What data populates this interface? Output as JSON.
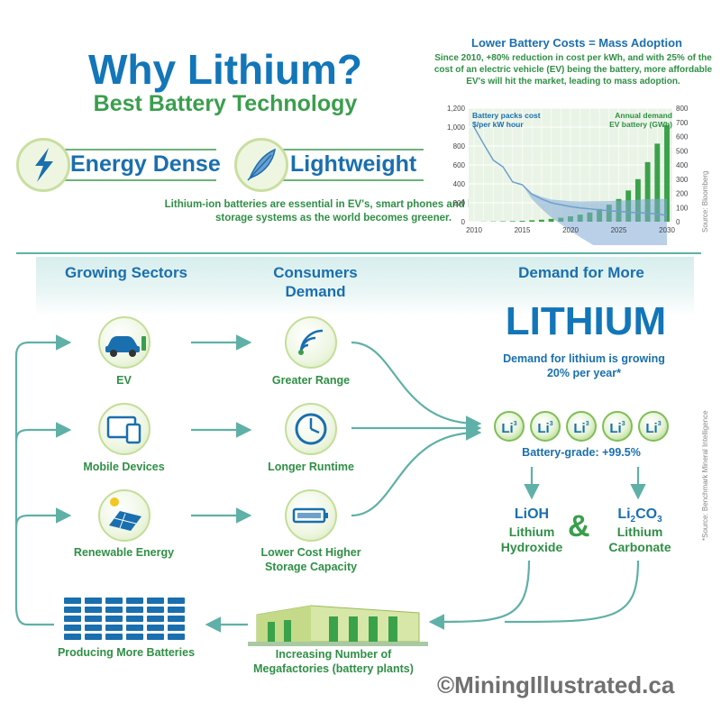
{
  "header": {
    "title": "Why Lithium?",
    "subtitle": "Best Battery Technology"
  },
  "features": {
    "energy_dense": "Energy Dense",
    "lightweight": "Lightweight",
    "intro": "Lithium-ion batteries are essential in EV's, smart phones and battery storage systems as the world becomes greener."
  },
  "chart_section": {
    "title": "Lower Battery Costs = Mass Adoption",
    "description": "Since 2010, +80% reduction in cost per kWh, and with 25% of the cost of an electric vehicle (EV) being the battery, more affordable EV's will hit the market, leading to mass adoption.",
    "source": "Source: Bloomberg"
  },
  "chart_data": {
    "type": "bar",
    "x": [
      2010,
      2011,
      2012,
      2013,
      2014,
      2015,
      2016,
      2017,
      2018,
      2019,
      2020,
      2021,
      2022,
      2023,
      2024,
      2025,
      2026,
      2027,
      2028,
      2029,
      2030
    ],
    "xticks": [
      "2010",
      "2015",
      "2020",
      "2025",
      "2030"
    ],
    "series": [
      {
        "name": "Battery packs cost $/per kW hour",
        "type": "line",
        "axis": "left",
        "values": [
          1000,
          820,
          650,
          580,
          420,
          390,
          290,
          240,
          200,
          180,
          160,
          145,
          135,
          125,
          115,
          110,
          100,
          95,
          90,
          80,
          70
        ]
      },
      {
        "name": "Annual demand EV battery (GWh)",
        "type": "bar",
        "axis": "right",
        "values": [
          0,
          1,
          2,
          3,
          4,
          6,
          10,
          14,
          20,
          28,
          38,
          50,
          65,
          90,
          120,
          160,
          220,
          300,
          420,
          550,
          680
        ]
      }
    ],
    "left_axis": {
      "ylim": [
        0,
        1200
      ],
      "ticks": [
        "0",
        "200",
        "400",
        "600",
        "800",
        "1,000",
        "1,200"
      ]
    },
    "right_axis": {
      "ylim": [
        0,
        800
      ],
      "ticks": [
        "0",
        "100",
        "200",
        "300",
        "400",
        "500",
        "600",
        "700",
        "800"
      ]
    },
    "grid": true,
    "colors": {
      "line": "#6e9fcf",
      "bars": "#3aa24a",
      "background": "#eaf4e6"
    }
  },
  "flow": {
    "columns": {
      "sectors": "Growing Sectors",
      "consumers": "Consumers Demand",
      "demand": "Demand for More"
    },
    "lithium_word": "LITHIUM",
    "demand_rate": "Demand for lithium is growing 20% per year*",
    "sectors": [
      {
        "label": "EV",
        "icon": "car-icon"
      },
      {
        "label": "Mobile Devices",
        "icon": "devices-icon"
      },
      {
        "label": "Renewable Energy",
        "icon": "solar-panel-icon"
      }
    ],
    "consumer_needs": [
      {
        "label": "Greater Range",
        "icon": "signal-range-icon"
      },
      {
        "label": "Longer Runtime",
        "icon": "clock-icon"
      },
      {
        "label": "Lower Cost Higher Storage Capacity",
        "icon": "battery-icon"
      }
    ],
    "lithium_symbol": "Li",
    "lithium_number": "3",
    "battery_grade": "Battery-grade: +99.5%",
    "hydroxide": {
      "formula": "LiOH",
      "name": "Lithium Hydroxide"
    },
    "carbonate": {
      "formula_a": "Li",
      "sub_a": "2",
      "formula_b": "CO",
      "sub_b": "3",
      "name": "Lithium Carbonate"
    },
    "ampersand": "&",
    "megafactories": "Increasing Number of Megafactories (battery plants)",
    "producing": "Producing More Batteries",
    "source_note": "*Source: Benchmark Mineral Intelligence"
  },
  "brand": "©MiningIllustrated.ca",
  "colors": {
    "blue": "#1276b8",
    "green": "#3a9e4d",
    "teal": "#5fb0a7"
  }
}
